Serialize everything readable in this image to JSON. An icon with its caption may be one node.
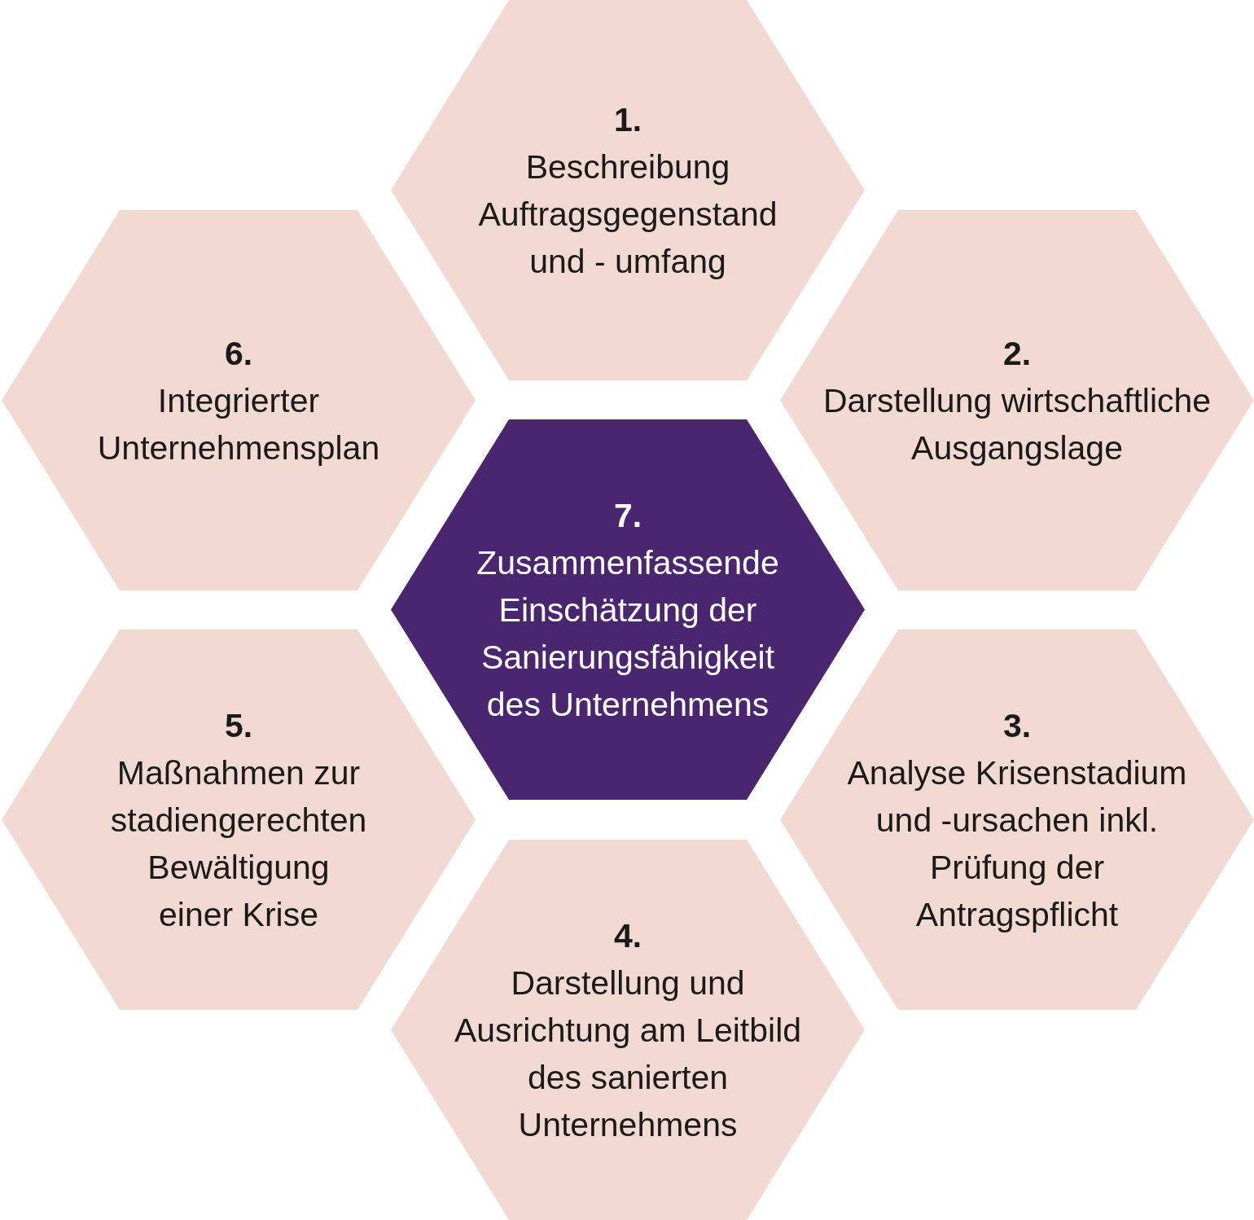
{
  "diagram": {
    "nodes": [
      {
        "text": [
          "1.",
          "Beschreibung Auftragsgegenstand und - umfang"
        ]
      },
      {
        "text": [
          "2.",
          "Darstellung wirtschaftliche Ausgangslage"
        ]
      },
      {
        "text": [
          "3.",
          "Analyse Krisenstadium und -ursachen inkl. Prüfung der Antragspflicht"
        ]
      },
      {
        "text": [
          "4.",
          "Darstellung und Ausrichtung am Leitbild des sanierten Unternehmens"
        ]
      },
      {
        "text": [
          "5.",
          "Maßnahmen zur stadiengerechten Bewältigung einer Krise"
        ]
      },
      {
        "text": [
          "6.",
          "Integrierter Unternehmensplan"
        ]
      },
      {
        "text": [
          "7.",
          "Zusammenfassende Einschätzung der Sanierungsfähigkeit des Unternehmens"
        ]
      }
    ]
  }
}
